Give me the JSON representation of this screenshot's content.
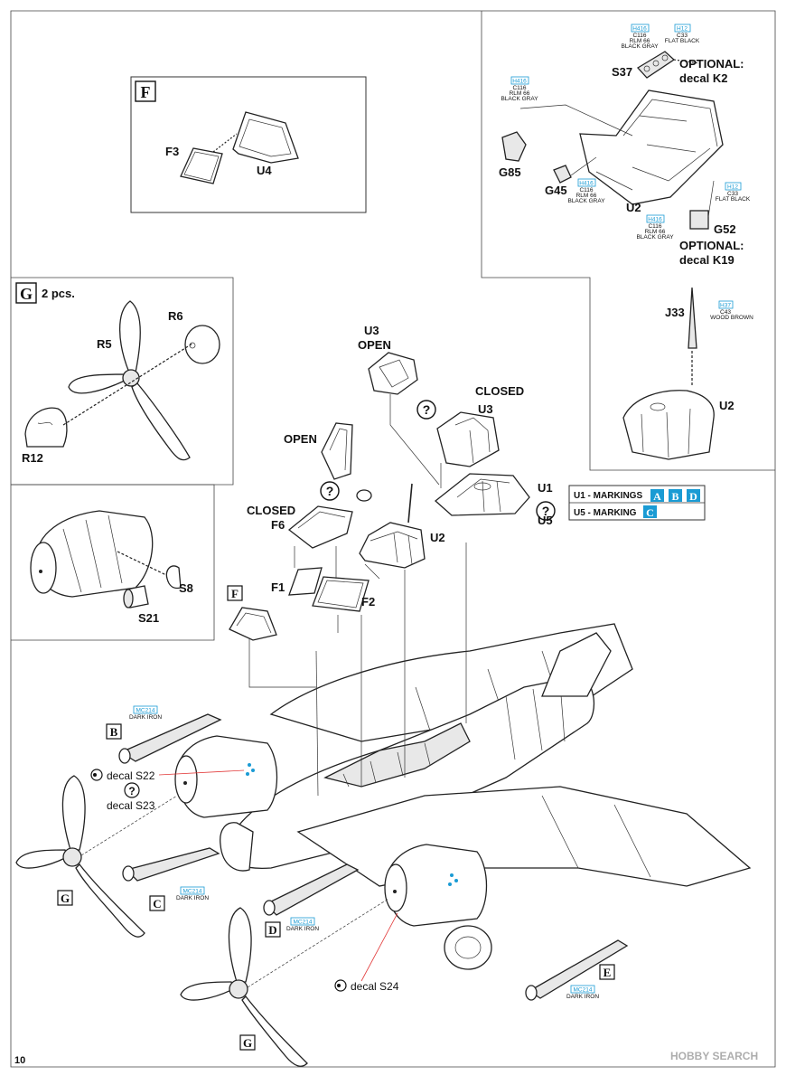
{
  "page_number": "10",
  "watermark": "HOBBY SEARCH",
  "section_F": {
    "letter": "F",
    "parts": [
      "F3",
      "U4"
    ]
  },
  "section_G": {
    "letter": "G",
    "qty": "2 pcs.",
    "parts": [
      "R6",
      "R5",
      "R12"
    ]
  },
  "inset_engine": {
    "parts": [
      "S8",
      "S21"
    ]
  },
  "inset_cockpit": {
    "parts": [
      "S37",
      "G85",
      "G45",
      "U2",
      "G52"
    ],
    "optional_k2_line1": "OPTIONAL:",
    "optional_k2_line2": "decal K2",
    "optional_k19_line1": "OPTIONAL:",
    "optional_k19_line2": "decal K19",
    "paint_s37_a": {
      "code1": "H416",
      "code2": "C116",
      "name1": "RLM 66",
      "name2": "BLACK GRAY"
    },
    "paint_s37_b": {
      "code1": "H12",
      "code2": "C33",
      "name1": "FLAT BLACK"
    },
    "paint_g85": {
      "code1": "H416",
      "code2": "C116",
      "name1": "RLM 66",
      "name2": "BLACK GRAY"
    },
    "paint_g45": {
      "code1": "H416",
      "code2": "C116",
      "name1": "RLM 66",
      "name2": "BLACK GRAY"
    },
    "paint_u2": {
      "code1": "H12",
      "code2": "C33",
      "name1": "FLAT BLACK"
    },
    "paint_g52": {
      "code1": "H416",
      "code2": "C116",
      "name1": "RLM 66",
      "name2": "BLACK GRAY"
    }
  },
  "inset_antenna": {
    "part": "J33",
    "base": "U2",
    "paint": {
      "code1": "H37",
      "code2": "C43",
      "name1": "WOOD BROWN"
    }
  },
  "canopy": {
    "u3": "U3",
    "u3_open": "OPEN",
    "closed_label": "CLOSED",
    "u3_closed": "U3",
    "open_label": "OPEN",
    "closed_label_2": "CLOSED",
    "f6": "F6",
    "u2": "U2",
    "u1": "U1",
    "u5": "U5",
    "f1": "F1",
    "f2": "F2",
    "question": "?"
  },
  "markings": {
    "row1_prefix": "U1 - MARKINGS",
    "row1_letters": [
      "A",
      "B",
      "D"
    ],
    "row2_prefix": "U5 - MARKING",
    "row2_letters": [
      "C"
    ]
  },
  "main": {
    "ref_F": "F",
    "ref_B": "B",
    "ref_C": "C",
    "ref_D": "D",
    "ref_E": "E",
    "ref_G1": "G",
    "ref_G2": "G",
    "decal_s22": "decal S22",
    "decal_s23": "decal S23",
    "decal_s24": "decal S24",
    "paint_b": {
      "code": "MC214",
      "name": "DARK IRON"
    },
    "paint_c": {
      "code": "MC214",
      "name": "DARK IRON"
    },
    "paint_d": {
      "code": "MC214",
      "name": "DARK IRON"
    },
    "paint_e": {
      "code": "MC214",
      "name": "DARK IRON"
    }
  }
}
